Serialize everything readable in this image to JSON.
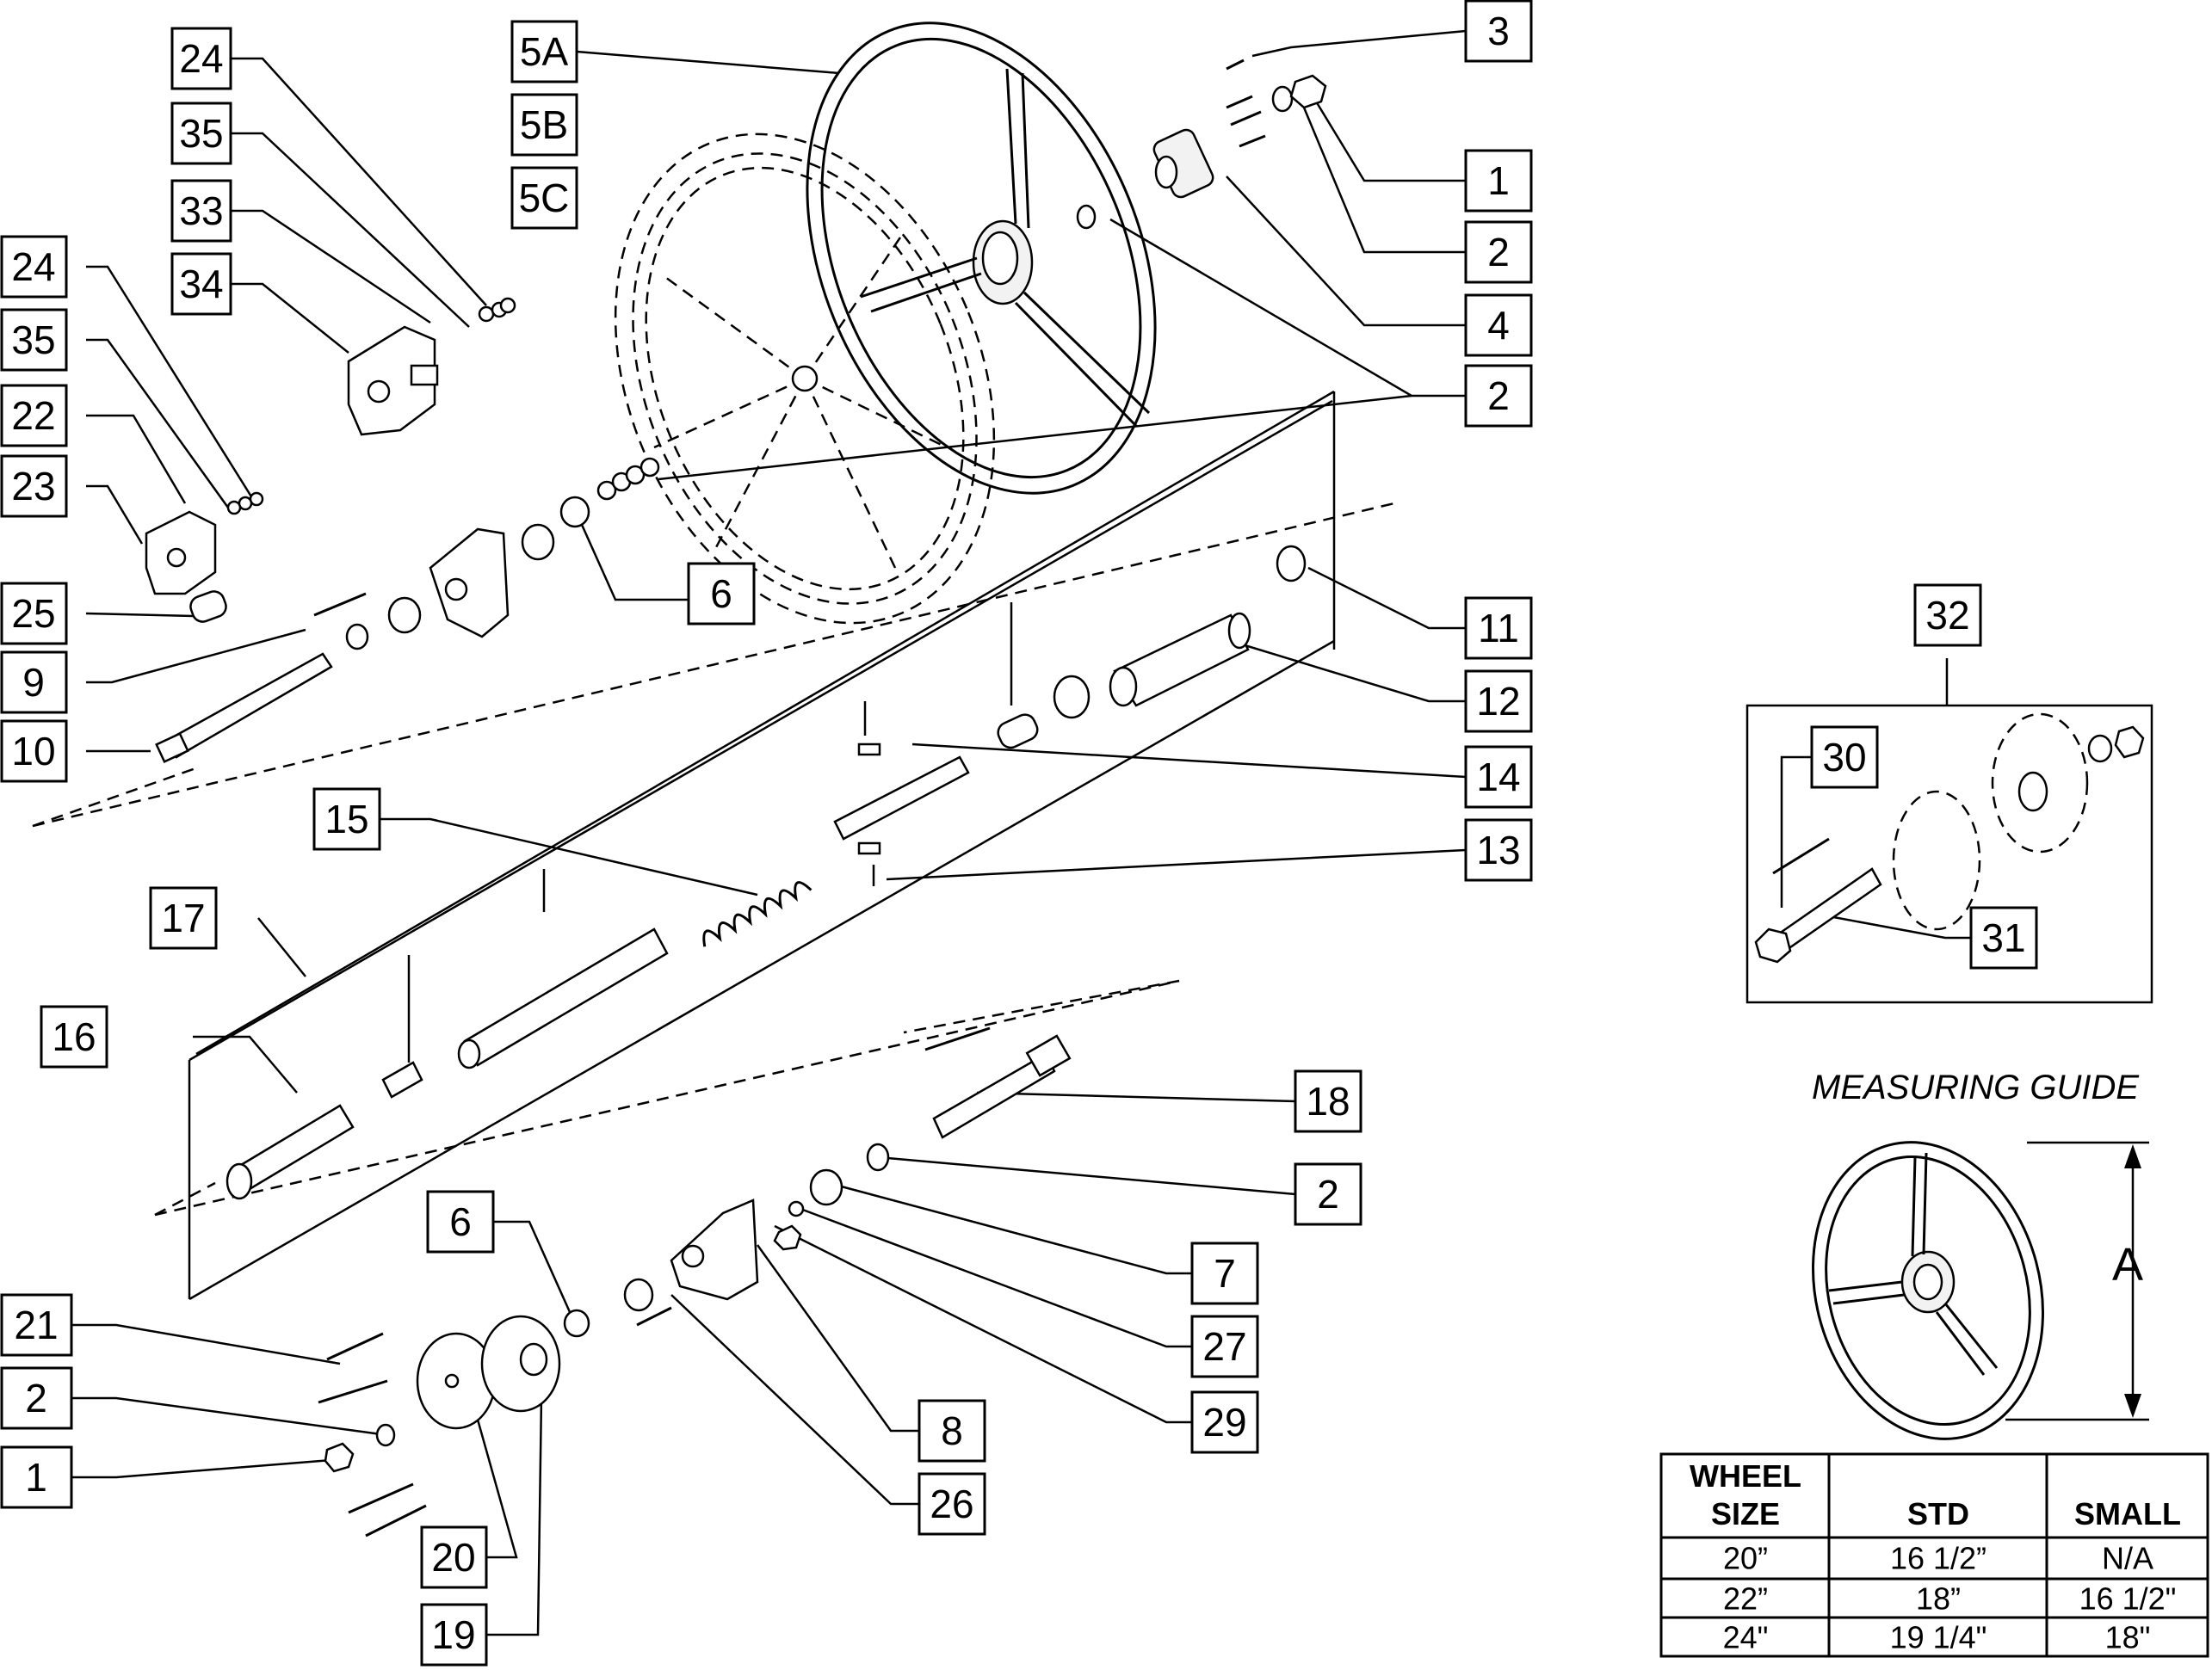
{
  "callouts": {
    "c3": "3",
    "c1_top": "1",
    "c2_top": "2",
    "c4": "4",
    "c2_mid": "2",
    "c5a": "5A",
    "c5b": "5B",
    "c5c": "5C",
    "c24_a": "24",
    "c35_a": "35",
    "c33": "33",
    "c34": "34",
    "c24_b": "24",
    "c35_b": "35",
    "c22": "22",
    "c23": "23",
    "c25": "25",
    "c9": "9",
    "c10": "10",
    "c6_top": "6",
    "c11": "11",
    "c12": "12",
    "c14": "14",
    "c13": "13",
    "c15": "15",
    "c17": "17",
    "c16": "16",
    "c18": "18",
    "c2_low": "2",
    "c7": "7",
    "c6_low": "6",
    "c27": "27",
    "c29": "29",
    "c8": "8",
    "c26": "26",
    "c21": "21",
    "c2_bot": "2",
    "c1_bot": "1",
    "c20": "20",
    "c19": "19",
    "c32": "32",
    "c30": "30",
    "c31": "31"
  },
  "measuring_guide": {
    "title": "MEASURING GUIDE",
    "dimension_label": "A"
  },
  "size_table": {
    "headers": {
      "wheel_line1": "WHEEL",
      "wheel_line2": "SIZE",
      "std": "STD",
      "small": "SMALL"
    },
    "rows": [
      {
        "wheel": "20”",
        "std": "16 1/2”",
        "small": "N/A"
      },
      {
        "wheel": "22”",
        "std": "18”",
        "small": "16 1/2\""
      },
      {
        "wheel": "24\"",
        "std": "19 1/4\"",
        "small": "18\""
      }
    ]
  },
  "colors": {
    "line": "#000000",
    "background": "#ffffff"
  }
}
